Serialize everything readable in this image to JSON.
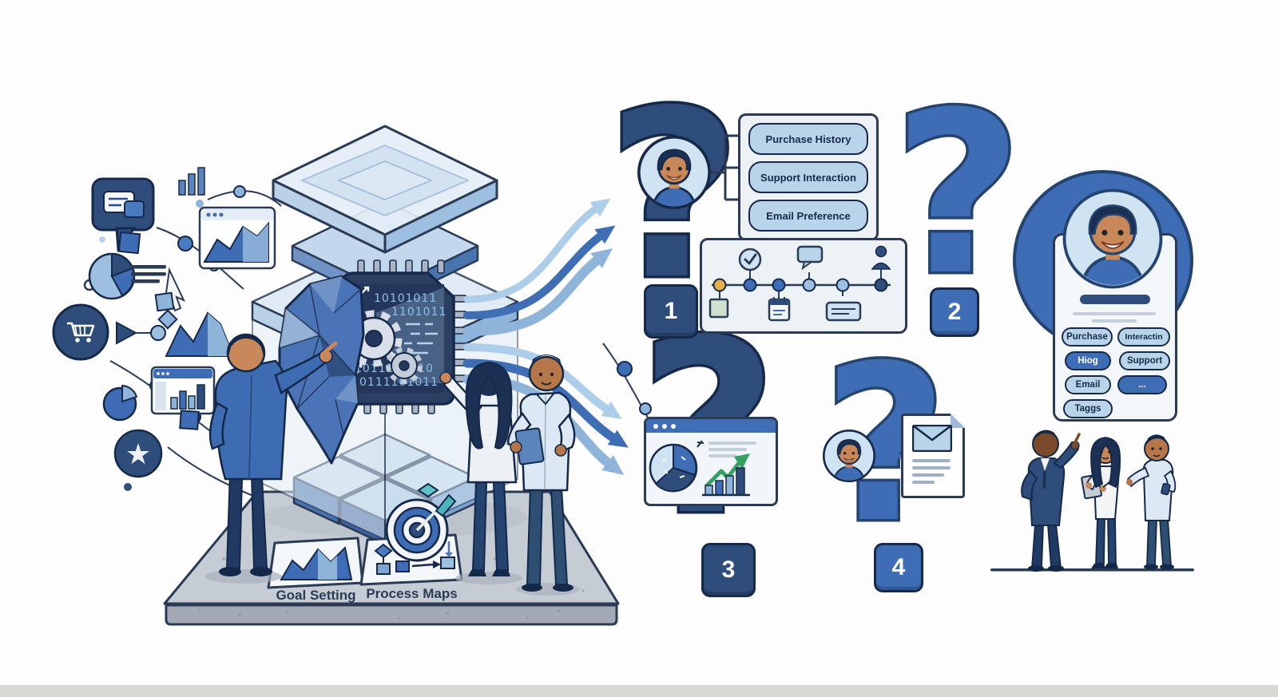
{
  "colors": {
    "navy": "#2e4d7b",
    "navy_dark": "#16294a",
    "blue": "#3e6cb5",
    "blue_light": "#b9d4e8",
    "blue_pale": "#dbe8f4",
    "card_bg": "#f4f7fa",
    "green": "#35a061",
    "orange": "#e8b04a",
    "platform_gray": "#c6ccd4"
  },
  "qm": {
    "glyph": "?",
    "step_1": "1",
    "step_2": "2",
    "step_3": "3",
    "step_4": "4"
  },
  "attribute_card": {
    "item_1": "Purchase History",
    "item_2": "Support Interaction",
    "item_3": "Email Preference"
  },
  "chip": {
    "binary_1": "10101011",
    "binary_2": "1101011",
    "binary_3": "1011100110",
    "binary_4": "0111101011"
  },
  "platform": {
    "goal_label": "Goal Setting",
    "process_label": "Process Maps"
  },
  "profile_card": {
    "btn_purchase": "Purchase",
    "btn_interaction": "Interactin",
    "btn_history": "Hiog",
    "btn_support": "Support",
    "btn_email": "Email",
    "btn_more": "...",
    "btn_tags": "Taggs"
  },
  "icons": {
    "star_glyph": "★"
  }
}
